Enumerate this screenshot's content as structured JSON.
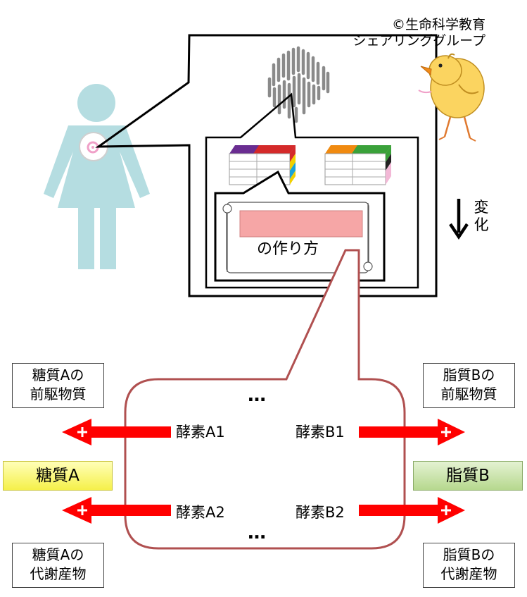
{
  "copyright": {
    "line1": "©生命科学教育",
    "line2": "シェアリンググループ"
  },
  "change_label": {
    "char1": "変",
    "char2": "化"
  },
  "scroll_text": "の作り方",
  "enzymes": {
    "a1": "酵素A1",
    "a2": "酵素A2",
    "b1": "酵素B1",
    "b2": "酵素B2"
  },
  "ellipsis": "…",
  "boxes": {
    "sugar_precursor": {
      "line1": "糖質Aの",
      "line2": "前駆物質"
    },
    "sugar_metabolite": {
      "line1": "糖質Aの",
      "line2": "代謝産物"
    },
    "lipid_precursor": {
      "line1": "脂質Bの",
      "line2": "前駆物質"
    },
    "lipid_metabolite": {
      "line1": "脂質Bの",
      "line2": "代謝産物"
    }
  },
  "products": {
    "sugar": "糖質A",
    "lipid": "脂質B"
  },
  "colors": {
    "woman": "#b5dde1",
    "arrow_red": "#ff0000",
    "callout_border": "#b05050",
    "sugar_fill": "#ffff66",
    "lipid_fill": "#c6e0a4",
    "scroll_label_fill": "#f6a6a6"
  },
  "icons": {
    "woman": "woman-silhouette-icon",
    "chick": "chick-drawing-icon",
    "chromosome": "chromosome-icon",
    "books": "books-icon",
    "scroll": "scroll-icon",
    "arrow_down": "arrow-down-icon"
  }
}
